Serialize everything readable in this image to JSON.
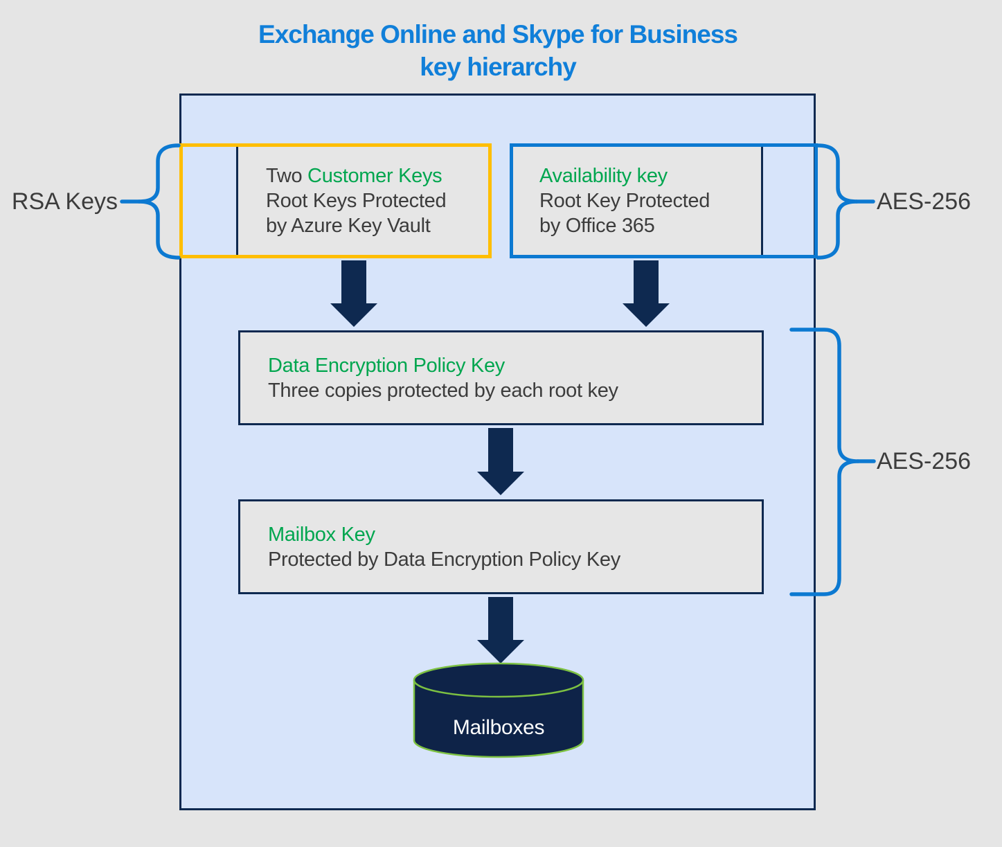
{
  "title": {
    "line1": "Exchange Online and Skype for Business",
    "line2": "key hierarchy"
  },
  "side_labels": {
    "rsa": "RSA Keys",
    "aes_top": "AES-256",
    "aes_bottom": "AES-256"
  },
  "boxes": {
    "customer_keys": {
      "intro": "Two ",
      "name": "Customer Keys",
      "desc1": "Root Keys Protected",
      "desc2": "by Azure Key Vault"
    },
    "availability_key": {
      "name": "Availability key",
      "desc1": "Root Key Protected",
      "desc2": "by Office 365"
    },
    "data_encryption_policy_key": {
      "name": "Data Encryption Policy Key",
      "desc1": "Three copies protected by each root key"
    },
    "mailbox_key": {
      "name": "Mailbox Key",
      "desc1": "Protected by Data Encryption Policy Key"
    },
    "mailboxes": {
      "name": "Mailboxes"
    }
  },
  "colors": {
    "background": "#e5e5e5",
    "container_fill": "#d7e4fa",
    "box_fill": "#e6e6e6",
    "navy": "#0e2950",
    "cylinder_navy": "#0e2348",
    "title_blue": "#107fd9",
    "outline_blue": "#0c79d1",
    "outline_orange": "#ffbe00",
    "key_name_green": "#00a64f",
    "cylinder_stroke_green": "#7dc142",
    "text_dark": "#3c3c3c",
    "cylinder_text": "#ffffff"
  }
}
